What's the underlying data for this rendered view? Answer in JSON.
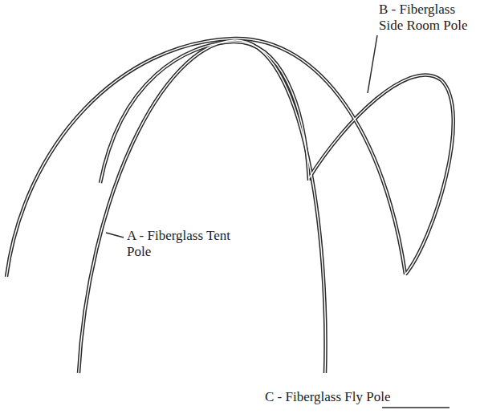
{
  "diagram": {
    "labels": [
      "A - Fiberglass Tent Pole",
      "B - Fiberglass Side Room Pole",
      "C - Fiberglass Fly Pole"
    ]
  }
}
